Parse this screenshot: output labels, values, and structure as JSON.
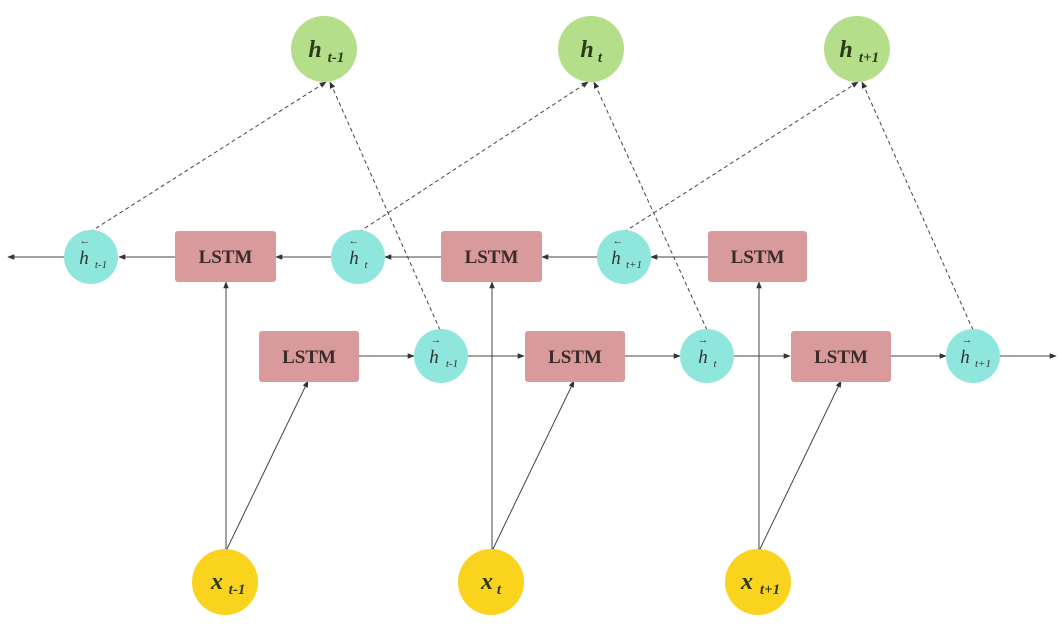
{
  "diagram": {
    "lstm_label": "LSTM",
    "colors": {
      "lstm_fill": "#d89a9a",
      "hidden_fill": "#8fe6dc",
      "output_fill": "#b5de8a",
      "input_fill": "#fad31e",
      "edge": "#333333"
    },
    "outputs": [
      {
        "main": "h",
        "sub": "t-1"
      },
      {
        "main": "h",
        "sub": "t"
      },
      {
        "main": "h",
        "sub": "t+1"
      }
    ],
    "inputs": [
      {
        "main": "x",
        "sub": "t-1"
      },
      {
        "main": "x",
        "sub": "t"
      },
      {
        "main": "x",
        "sub": "t+1"
      }
    ],
    "backward_states": [
      {
        "main": "h",
        "sub": "t-1",
        "accent": "←"
      },
      {
        "main": "h",
        "sub": "t",
        "accent": "←"
      },
      {
        "main": "h",
        "sub": "t+1",
        "accent": "←"
      }
    ],
    "forward_states": [
      {
        "main": "h",
        "sub": "t-1",
        "accent": "→"
      },
      {
        "main": "h",
        "sub": "t",
        "accent": "→"
      },
      {
        "main": "h",
        "sub": "t+1",
        "accent": "→"
      }
    ]
  }
}
